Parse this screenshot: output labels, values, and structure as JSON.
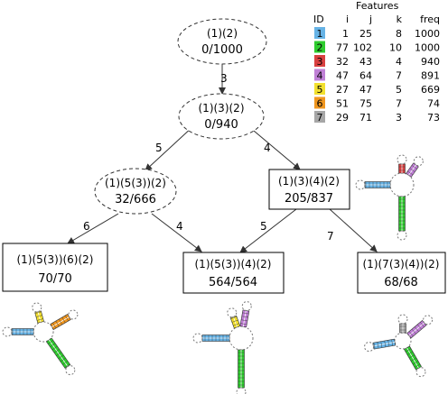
{
  "diagram": {
    "nodes": {
      "root": {
        "line1": "(1)(2)",
        "line2": "0/1000",
        "shape": "ellipse"
      },
      "n132": {
        "line1": "(1)(3)(2)",
        "line2": "0/940",
        "shape": "ellipse"
      },
      "n1532": {
        "line1": "(1)(5(3))(2)",
        "line2": "32/666",
        "shape": "ellipse"
      },
      "n1342": {
        "line1": "(1)(3)(4)(2)",
        "line2": "205/837",
        "shape": "box"
      },
      "n15362": {
        "line1": "(1)(5(3))(6)(2)",
        "line2": "70/70",
        "shape": "box"
      },
      "n15342": {
        "line1": "(1)(5(3))(4)(2)",
        "line2": "564/564",
        "shape": "box"
      },
      "n17342": {
        "line1": "(1)(7(3)(4))(2)",
        "line2": "68/68",
        "shape": "box"
      }
    },
    "edges": [
      {
        "from": "root",
        "to": "n132",
        "label": "3"
      },
      {
        "from": "n132",
        "to": "n1532",
        "label": "5"
      },
      {
        "from": "n132",
        "to": "n1342",
        "label": "4"
      },
      {
        "from": "n1532",
        "to": "n15362",
        "label": "6"
      },
      {
        "from": "n1532",
        "to": "n15342",
        "label": "4"
      },
      {
        "from": "n1342",
        "to": "n15342",
        "label": "5"
      },
      {
        "from": "n1342",
        "to": "n17342",
        "label": "7"
      }
    ]
  },
  "features": {
    "title": "Features",
    "headers": [
      "ID",
      "i",
      "j",
      "k",
      "freq"
    ],
    "rows": [
      {
        "id": "1",
        "i": "1",
        "j": "25",
        "k": "8",
        "freq": "1000",
        "color": "#66b3e6"
      },
      {
        "id": "2",
        "i": "77",
        "j": "102",
        "k": "10",
        "freq": "1000",
        "color": "#2ecc2e"
      },
      {
        "id": "3",
        "i": "32",
        "j": "43",
        "k": "4",
        "freq": "940",
        "color": "#d94040"
      },
      {
        "id": "4",
        "i": "47",
        "j": "64",
        "k": "7",
        "freq": "891",
        "color": "#c080d6"
      },
      {
        "id": "5",
        "i": "27",
        "j": "47",
        "k": "5",
        "freq": "669",
        "color": "#f2e02e"
      },
      {
        "id": "6",
        "i": "51",
        "j": "75",
        "k": "7",
        "freq": "74",
        "color": "#f0961e"
      },
      {
        "id": "7",
        "i": "29",
        "j": "71",
        "k": "3",
        "freq": "73",
        "color": "#a6a6a6"
      }
    ]
  },
  "structures": [
    {
      "for": "n1342",
      "features": [
        "1",
        "3",
        "4",
        "2"
      ]
    },
    {
      "for": "n15362",
      "features": [
        "1",
        "5",
        "3",
        "6",
        "2"
      ]
    },
    {
      "for": "n15342",
      "features": [
        "1",
        "5",
        "3",
        "4",
        "2"
      ]
    },
    {
      "for": "n17342",
      "features": [
        "1",
        "7",
        "3",
        "4",
        "2"
      ]
    }
  ]
}
